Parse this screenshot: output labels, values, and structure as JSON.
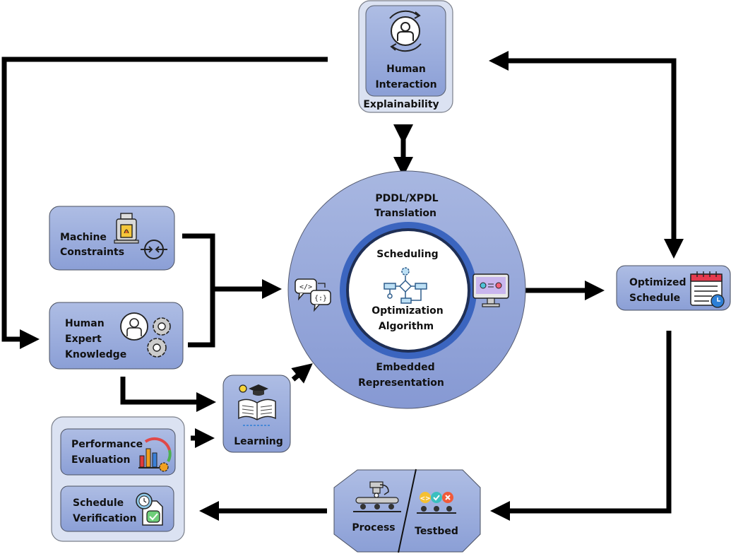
{
  "nodes": {
    "human_interaction": {
      "lines": [
        "Human",
        "Interaction"
      ],
      "group_label": "Explainability"
    },
    "machine_constraints": {
      "lines": [
        "Machine",
        "Constraints"
      ]
    },
    "human_expert_knowledge": {
      "lines": [
        "Human",
        "Expert",
        "Knowledge"
      ]
    },
    "learning": {
      "label": "Learning"
    },
    "performance_evaluation": {
      "lines": [
        "Performance",
        "Evaluation"
      ]
    },
    "schedule_verification": {
      "lines": [
        "Schedule",
        "Verification"
      ]
    },
    "optimized_schedule": {
      "lines": [
        "Optimized",
        "Schedule"
      ]
    },
    "process": {
      "label": "Process"
    },
    "testbed": {
      "label": "Testbed"
    },
    "core": {
      "top_lines": [
        "PDDL/XPDL",
        "Translation"
      ],
      "bottom_lines": [
        "Embedded",
        "Representation"
      ],
      "inner_top": "Scheduling",
      "inner_bottom_lines": [
        "Optimization",
        "Algorithm"
      ]
    }
  },
  "icons": {
    "human_interaction": "user-cycle-icon",
    "machine_constraints": "furnace-icon",
    "human_expert_knowledge": "user-gears-icon",
    "learning": "book-graduation-icon",
    "performance_evaluation": "chart-gauge-icon",
    "schedule_verification": "clock-document-check-icon",
    "optimized_schedule": "calendar-clock-icon",
    "process": "robot-conveyor-icon",
    "testbed": "conveyor-status-icon",
    "translation": "code-chat-icon",
    "embedded": "monitor-molecule-icon",
    "algorithm": "flowchart-gear-icon"
  },
  "colors": {
    "node_fill_top": "#a9b8e2",
    "node_fill_bottom": "#8ea2d8",
    "group_fill": "#dbe2f2",
    "core_ring": "#3f6cc1",
    "arrow": "#000000"
  }
}
